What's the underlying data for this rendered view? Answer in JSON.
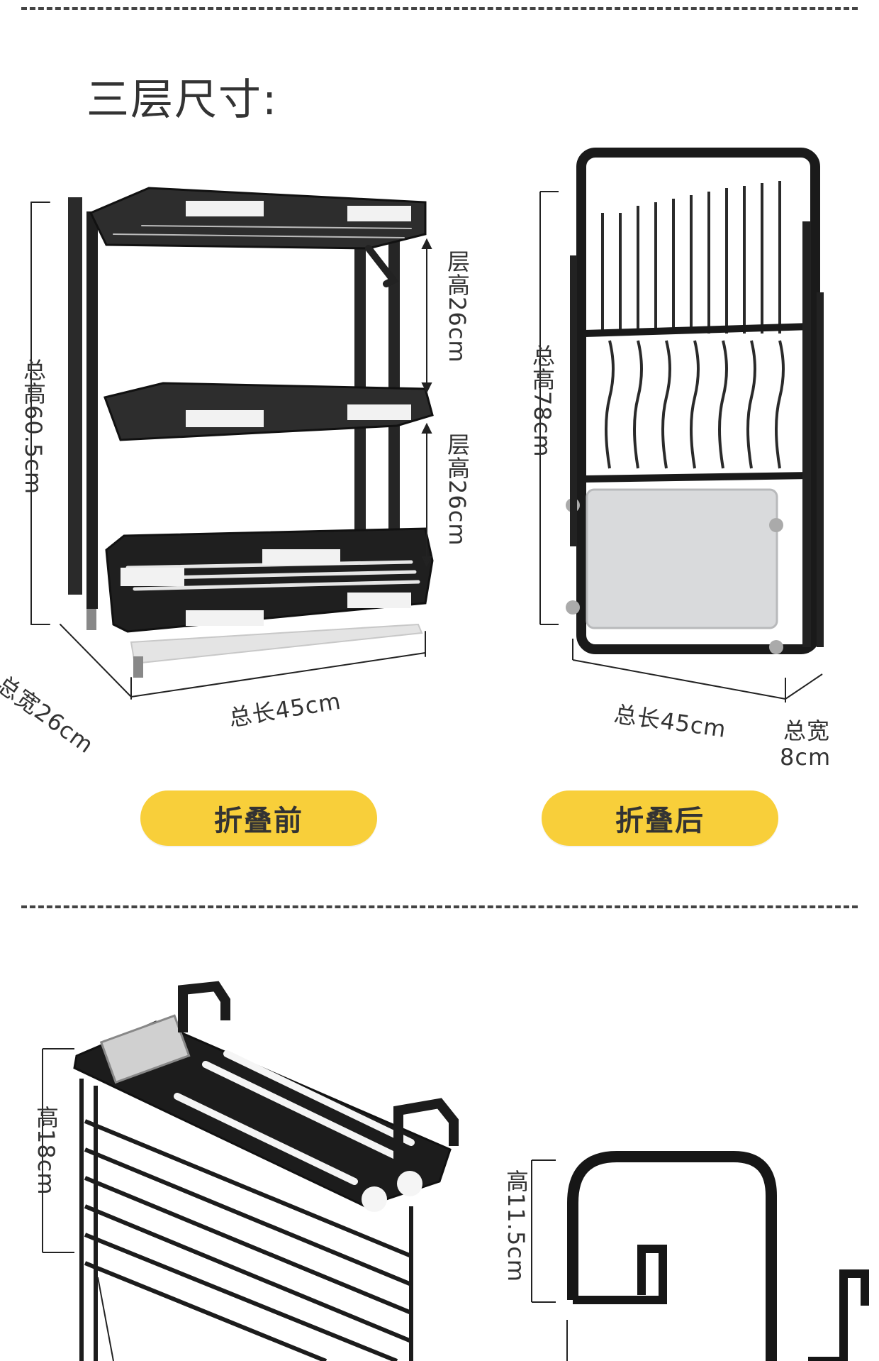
{
  "section1": {
    "title": "三层尺寸:",
    "before_label": "折叠前",
    "after_label": "折叠后"
  },
  "left_rack": {
    "total_height": "总高60.5cm",
    "layer_height_top": "层高26cm",
    "layer_height_bottom": "层高26cm",
    "total_width": "总宽26cm",
    "total_length": "总长45cm"
  },
  "right_rack": {
    "total_height": "总高78cm",
    "total_length": "总长45cm",
    "total_width_line1": "总宽",
    "total_width_line2": "8cm"
  },
  "section2": {
    "knife_holder_height": "高18cm",
    "hook_height": "高11.5cm"
  },
  "colors": {
    "pill": "#f8cf3a",
    "rack_metal": "#1c1c1c",
    "board": "#d9dadc"
  }
}
